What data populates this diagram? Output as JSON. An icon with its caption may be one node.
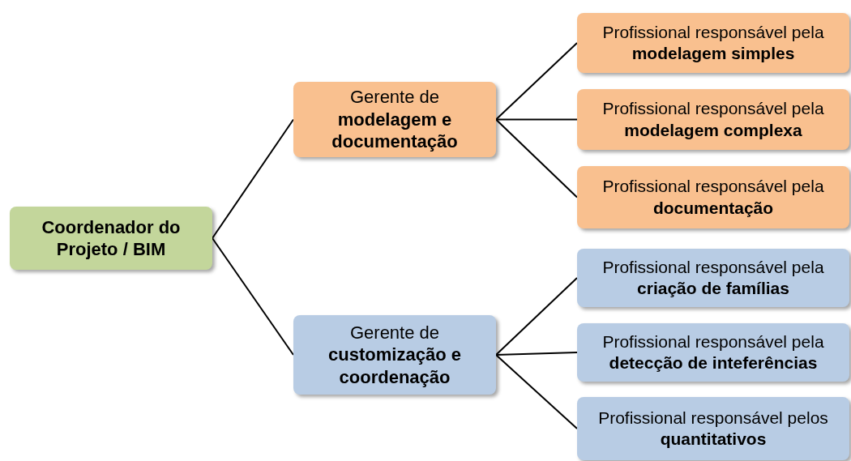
{
  "diagram": {
    "nodes": [
      {
        "text": [
          "Coordenador do Projeto / BIM"
        ]
      },
      {
        "text": [
          "Gerente de **modelagem e documentação**"
        ]
      },
      {
        "text": [
          "Gerente de **customização e coordenação**"
        ]
      },
      {
        "text": [
          "Profissional responsável pela **modelagem simples**"
        ]
      },
      {
        "text": [
          "Profissional responsável pela **modelagem complexa**"
        ]
      },
      {
        "text": [
          "Profissional responsável pela **documentação**"
        ]
      },
      {
        "text": [
          "Profissional responsável pela **criação de famílias**"
        ]
      },
      {
        "text": [
          "Profissional responsável pela **detecção de inteferências**"
        ]
      },
      {
        "text": [
          "Profissional responsável  pelos **quantitativos**"
        ]
      }
    ],
    "edges": [
      {
        "from": 0,
        "to": 1,
        "arrow": "none"
      },
      {
        "from": 0,
        "to": 2,
        "arrow": "none"
      },
      {
        "from": 1,
        "to": 3,
        "arrow": "none"
      },
      {
        "from": 1,
        "to": 4,
        "arrow": "none"
      },
      {
        "from": 1,
        "to": 5,
        "arrow": "none"
      },
      {
        "from": 2,
        "to": 6,
        "arrow": "none"
      },
      {
        "from": 2,
        "to": 7,
        "arrow": "none"
      },
      {
        "from": 2,
        "to": 8,
        "arrow": "none"
      }
    ]
  }
}
